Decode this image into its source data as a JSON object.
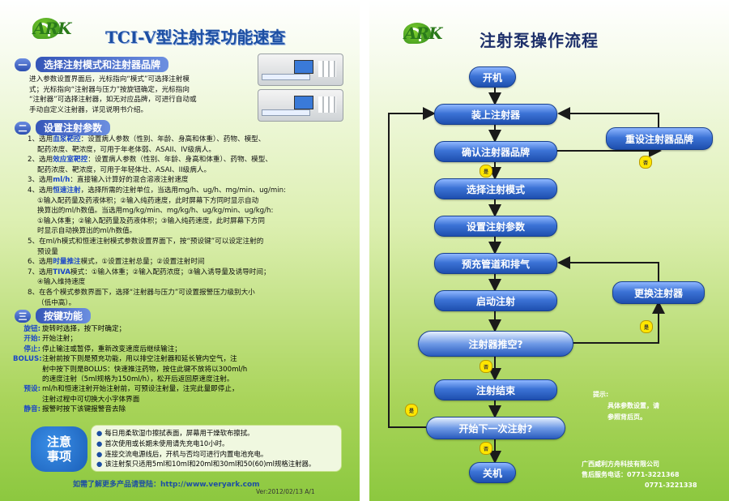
{
  "left": {
    "logo_text": "ARK",
    "title": "TCI-V型注射泵功能速查",
    "sections": [
      {
        "num": "一",
        "label": "选择注射模式和注射器品牌"
      },
      {
        "num": "二",
        "label": "设置注射参数"
      },
      {
        "num": "三",
        "label": "按键功能"
      }
    ],
    "intro": [
      "进入参数设置界面后，光标指向“模式”可选择注射模",
      "式；光标指向“注射器与压力”按旋钮确定，光标指向",
      "“注射器”可选择注射器，如无对应品牌，可进行自动或",
      "手动自定义注射器，详见说明书介绍。"
    ],
    "params": [
      {
        "pre": "1、选用",
        "hl": "血浆靶控",
        "post": "：设置病人参数（性别、年龄、身高和体重）、药物、模型、"
      },
      {
        "pre": "",
        "hl": "",
        "post": "配药浓度、靶浓度，可用于年老体弱、ASAII、IV级病人。"
      },
      {
        "pre": "2、选用",
        "hl": "效应室靶控",
        "post": "：设置病人参数（性别、年龄、身高和体重）、药物、模型、"
      },
      {
        "pre": "",
        "hl": "",
        "post": "配药浓度、靶浓度，可用于年轻体壮、ASAI、II级病人。"
      },
      {
        "pre": "3、选用",
        "hl": "ml/h",
        "post": "：直接输入计算好的混合溶液注射速度"
      },
      {
        "pre": "4、选用",
        "hl": "恒速注射",
        "post": "，选择所需的注射单位，当选用mg/h、ug/h、mg/min、ug/min:"
      },
      {
        "pre": "",
        "hl": "",
        "post": "①输入配药量及药液体积；②输入纯药速度，此时屏幕下方同时显示自动"
      },
      {
        "pre": "",
        "hl": "",
        "post": "换算出的ml/h数值。当选用mg/kg/min、mg/kg/h、ug/kg/min、ug/kg/h:"
      },
      {
        "pre": "",
        "hl": "",
        "post": "①输入体重；②输入配药量及药液体积；③输入纯药速度，此时屏幕下方同"
      },
      {
        "pre": "",
        "hl": "",
        "post": "时显示自动换算出的ml/h数值。"
      },
      {
        "pre": "5、",
        "hl": "",
        "post": "在ml/h模式和恒速注射模式参数设置界面下，按“预设键”可以设定注射的"
      },
      {
        "pre": "",
        "hl": "",
        "post": "预设量"
      },
      {
        "pre": "6、选用",
        "hl": "时量推注",
        "post": "模式，①设置注射总量；②设置注射时间"
      },
      {
        "pre": "7、选用",
        "hl": "TIVA",
        "post": "模式：①输入体重；②输入配药浓度；③输入诱导量及诱导时间；"
      },
      {
        "pre": "",
        "hl": "",
        "post": "④输入维持速度"
      },
      {
        "pre": "8、",
        "hl": "",
        "post": "在各个模式参数界面下，选择“注射器与压力”可设置报警压力级别大小"
      },
      {
        "pre": "",
        "hl": "",
        "post": "（低中高）。"
      }
    ],
    "keys": [
      {
        "k": "旋钮:",
        "v": "旋转时选择，按下时确定；"
      },
      {
        "k": "开始:",
        "v": "开始注射；"
      },
      {
        "k": "停止:",
        "v": "停止输注或暂停，重新改变速度后继续输注；"
      },
      {
        "k": "BOLUS:",
        "v": "注射前按下则是预充功能，用以排空注射器和延长管内空气，注"
      },
      {
        "k": "",
        "v": "射中按下则是BOLUS：快速推注药物，按住此键不放将以300ml/h"
      },
      {
        "k": "",
        "v": "的速度注射（5ml规格为150ml/h），松开后返回原速度注射。"
      },
      {
        "k": "预设:",
        "v": "ml/h和恒速注射开始注射前，可预设注射量，注完此量即停止，"
      },
      {
        "k": "",
        "v": "注射过程中可切换大小字体界面"
      },
      {
        "k": "静音:",
        "v": "报警时按下该键报警音去除"
      }
    ],
    "notice_label": "注意事项",
    "notices": [
      "每日用柔软湿巾擦拭表面，屏幕用干燥软布擦拭。",
      "首次使用或长期未使用请先充电10小时。",
      "连接交流电源线后，开机与否均可进行内置电池充电。",
      "该注射泵只适用5ml和10ml和20ml和30ml和50(60)ml规格注射器。"
    ],
    "footer": "如需了解更多产品请登陆：http://www.veryark.com",
    "version": "Ver:2012/02/13   A/1"
  },
  "right": {
    "logo_text": "ARK",
    "title": "注射泵操作流程",
    "main_steps": [
      "开机",
      "装上注射器",
      "确认注射器品牌",
      "选择注射模式",
      "设置注射参数",
      "预充管道和排气",
      "启动注射",
      "注射器推空?",
      "注射结束",
      "开始下一次注射?",
      "关机"
    ],
    "side_steps": [
      "重设注射器品牌",
      "更换注射器"
    ],
    "yes": "是",
    "no": "否",
    "tip_label": "提示:",
    "tip_lines": [
      "具体参数设置，请",
      "参照背后页。"
    ],
    "company": "广西威利方舟科技有限公司",
    "service_label": "售后服务电话：",
    "phones": [
      "0771-3221368",
      "0771-3221338"
    ]
  }
}
